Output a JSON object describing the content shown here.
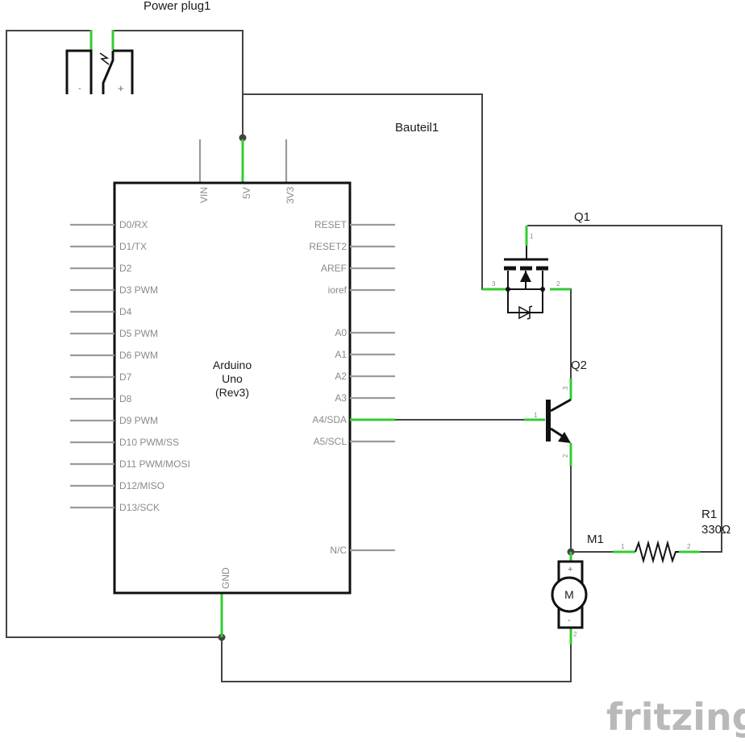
{
  "labels": {
    "power_plug": "Power plug1",
    "bauteil": "Bauteil1",
    "q1": "Q1",
    "q2": "Q2",
    "m1": "M1",
    "r1": "R1",
    "r1_value": "330Ω",
    "plug_minus": "-",
    "plug_plus": "+",
    "motor_letter": "M",
    "motor_plus": "+",
    "motor_minus": "-"
  },
  "arduino": {
    "line1": "Arduino",
    "line2": "Uno",
    "line3": "(Rev3)",
    "top_pins": [
      "VIN",
      "5V",
      "3V3"
    ],
    "bottom_pin": "GND",
    "left_pins": [
      "D0/RX",
      "D1/TX",
      "D2",
      "D3 PWM",
      "D4",
      "D5 PWM",
      "D6 PWM",
      "D7",
      "D8",
      "D9 PWM",
      "D10 PWM/SS",
      "D11 PWM/MOSI",
      "D12/MISO",
      "D13/SCK"
    ],
    "right_pins_top": [
      "RESET",
      "RESET2",
      "AREF",
      "ioref"
    ],
    "right_pins_analog": [
      "A0",
      "A1",
      "A2",
      "A3",
      "A4/SDA",
      "A5/SCL"
    ],
    "right_pin_nc": "N/C"
  },
  "pin_numbers": {
    "q1_drain": "1",
    "q1_gate": "3",
    "q1_source": "2",
    "q2_collector": "3",
    "q2_base": "1",
    "q2_emitter": "2",
    "r1_a": "1",
    "r1_b": "2",
    "m1_neg": "2"
  },
  "logo": "fritzing"
}
